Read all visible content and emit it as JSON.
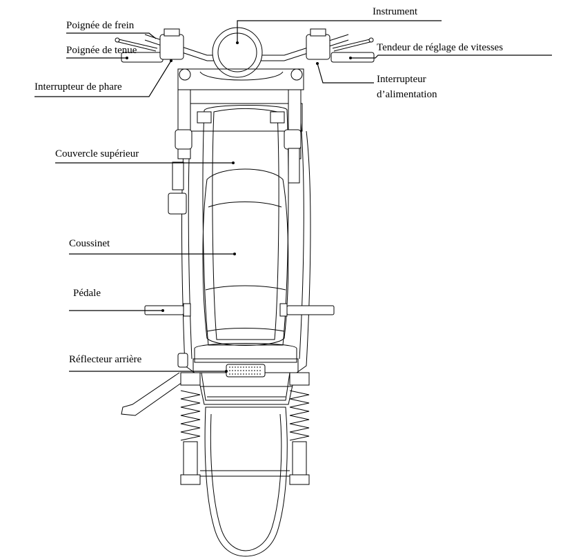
{
  "labels": {
    "instrument": "Instrument",
    "brake_handle": "Poignée de frein",
    "grip_handle": "Poignée de tenue",
    "speed_adjuster": "Tendeur de réglage de vitesses",
    "headlight_switch": "Interrupteur de phare",
    "power_switch_line1": "Interrupteur",
    "power_switch_line2": "d’alimentation",
    "top_cover": "Couvercle supérieur",
    "cushion": "Coussinet",
    "pedal": "Pédale",
    "rear_reflector": "Réflecteur arrière"
  }
}
